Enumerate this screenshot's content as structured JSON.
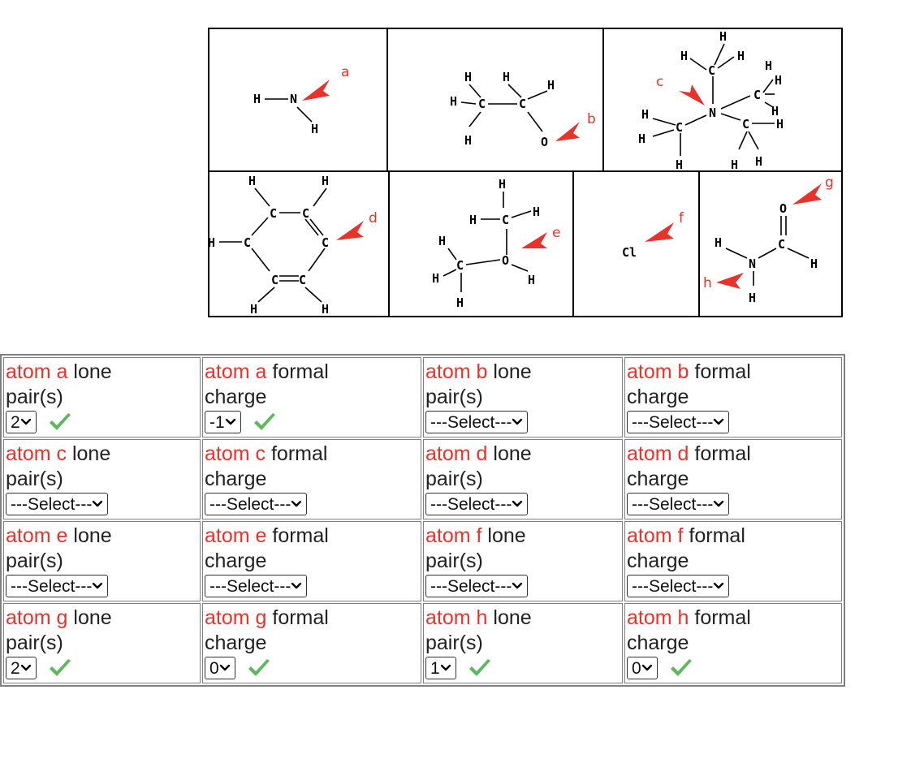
{
  "figure": {
    "atoms": {
      "H": "H",
      "N": "N",
      "C": "C",
      "O": "O",
      "Cl": "Cl"
    },
    "labels": [
      "a",
      "b",
      "c",
      "d",
      "e",
      "f",
      "g",
      "h"
    ]
  },
  "questions": [
    {
      "cells": [
        {
          "atom": "atom a",
          "rest_line1": " lone",
          "line2": "pair(s)",
          "value": "2",
          "correct": true
        },
        {
          "atom": "atom a",
          "rest_line1": " formal",
          "line2": "charge",
          "value": "-1",
          "correct": true
        },
        {
          "atom": "atom b",
          "rest_line1": " lone",
          "line2": "pair(s)",
          "value": "---Select---",
          "correct": false
        },
        {
          "atom": "atom b",
          "rest_line1": " formal",
          "line2": "charge",
          "value": "---Select---",
          "correct": false
        }
      ]
    },
    {
      "cells": [
        {
          "atom": "atom c",
          "rest_line1": " lone",
          "line2": "pair(s)",
          "value": "---Select---",
          "correct": false
        },
        {
          "atom": "atom c",
          "rest_line1": " formal",
          "line2": "charge",
          "value": "---Select---",
          "correct": false
        },
        {
          "atom": "atom d",
          "rest_line1": " lone",
          "line2": "pair(s)",
          "value": "---Select---",
          "correct": false
        },
        {
          "atom": "atom d",
          "rest_line1": " formal",
          "line2": "charge",
          "value": "---Select---",
          "correct": false
        }
      ]
    },
    {
      "cells": [
        {
          "atom": "atom e",
          "rest_line1": " lone",
          "line2": "pair(s)",
          "value": "---Select---",
          "correct": false
        },
        {
          "atom": "atom e",
          "rest_line1": " formal",
          "line2": "charge",
          "value": "---Select---",
          "correct": false
        },
        {
          "atom": "atom f",
          "rest_line1": " lone",
          "line2": "pair(s)",
          "value": "---Select---",
          "correct": false
        },
        {
          "atom": "atom f",
          "rest_line1": " formal",
          "line2": "charge",
          "value": "---Select---",
          "correct": false
        }
      ]
    },
    {
      "cells": [
        {
          "atom": "atom g",
          "rest_line1": " lone",
          "line2": "pair(s)",
          "value": "2",
          "correct": true
        },
        {
          "atom": "atom g",
          "rest_line1": " formal",
          "line2": "charge",
          "value": "0",
          "correct": true
        },
        {
          "atom": "atom h",
          "rest_line1": " lone",
          "line2": "pair(s)",
          "value": "1",
          "correct": true
        },
        {
          "atom": "atom h",
          "rest_line1": " formal",
          "line2": "charge",
          "value": "0",
          "correct": true
        }
      ]
    }
  ],
  "colors": {
    "atom_label": "#e8322a",
    "check": "#5cb85c"
  },
  "icons": {
    "check": "checkmark-icon",
    "caret": "chevron-down-icon"
  }
}
